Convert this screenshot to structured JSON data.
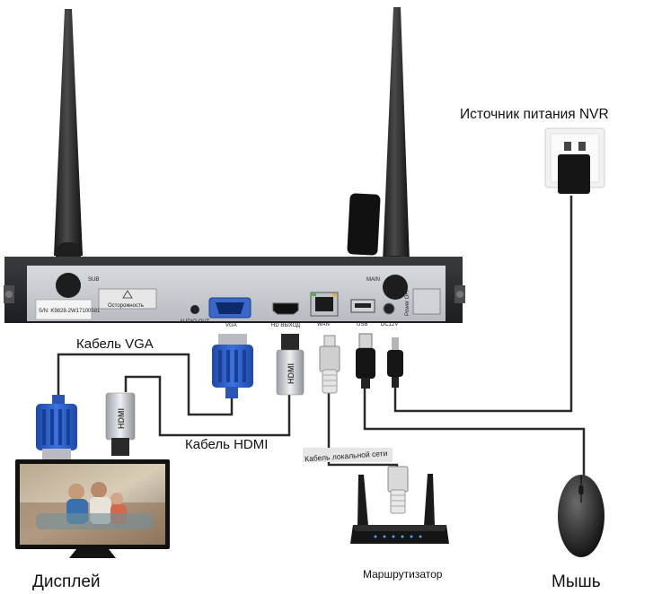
{
  "labels": {
    "power_source": "Источник питания NVR",
    "vga_cable": "Кабель VGA",
    "hdmi_cable": "Кабель HDMI",
    "lan_cable": "Кабель локальной сети",
    "display": "Дисплей",
    "router": "Маршрутизатор",
    "mouse": "Мышь"
  },
  "nvr": {
    "warning_sticker": "Осторожность",
    "serial": "S/N: K9828-2W17100581",
    "ports": {
      "audio_out": "AUDIO OUT",
      "vga": "VGA",
      "hd_out": "HD ВЫХОД",
      "wan": "WAN",
      "usb": "USB",
      "dc": "DC12V",
      "power": "Power OFF",
      "sub": "SUB",
      "main": "MAIN"
    }
  },
  "hdmi_plug_text": "HDMI",
  "colors": {
    "vga_blue": "#2f5fc4",
    "nvr_body": "#2b2d31",
    "panel": "#c9ccd1",
    "cable": "#2a2a2a"
  }
}
